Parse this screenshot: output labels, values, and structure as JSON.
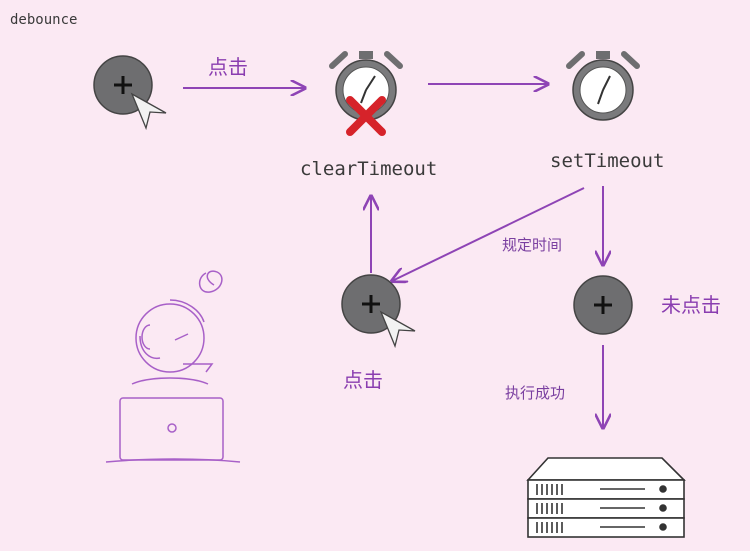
{
  "title": "debounce",
  "labels": {
    "click_top": "点击",
    "clear_timeout": "clearTimeout",
    "set_timeout": "setTimeout",
    "specified_time": "规定时间",
    "click_bottom": "点击",
    "not_clicked": "未点击",
    "exec_success": "执行成功"
  },
  "colors": {
    "background": "#fbe9f3",
    "arrow": "#8e44b5",
    "button": "#6e6e70",
    "cross": "#d6232a",
    "ink": "#3a3a3a",
    "outline": "#a860c8"
  },
  "icons": [
    "plus-button-icon",
    "cursor-icon",
    "stopwatch-icon",
    "cross-icon",
    "server-rack-icon",
    "person-at-laptop-icon"
  ]
}
